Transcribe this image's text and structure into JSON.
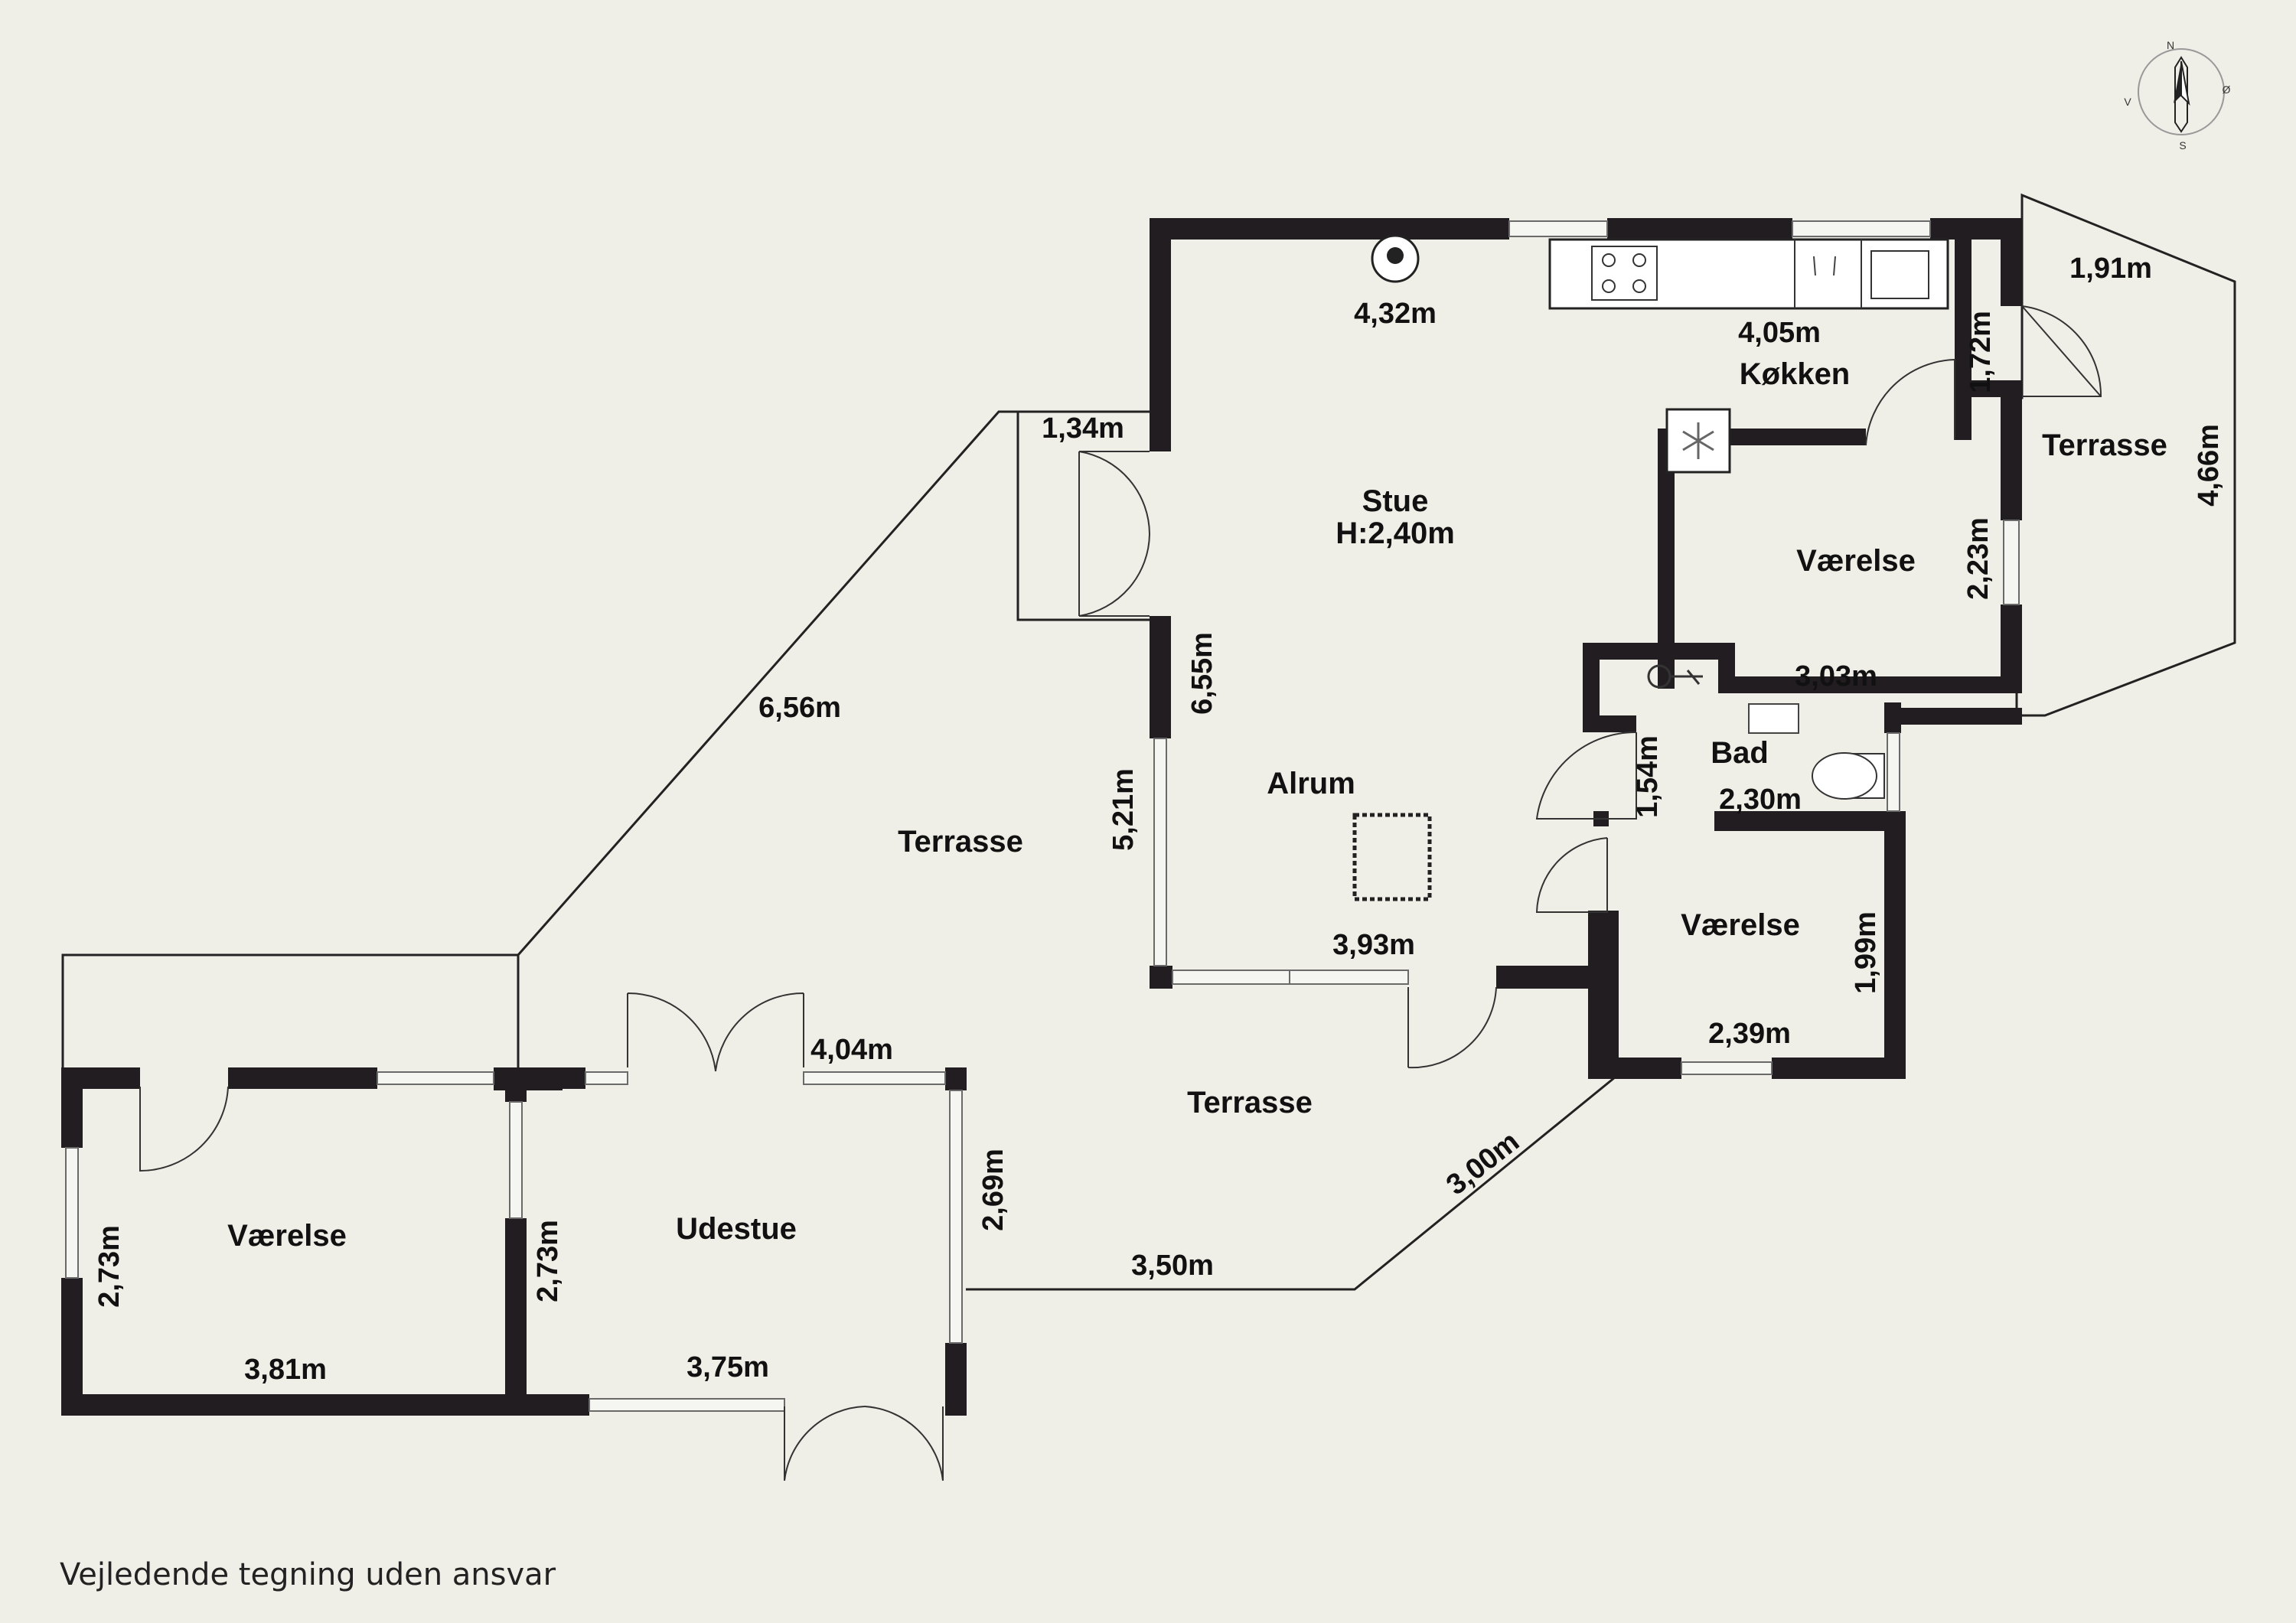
{
  "rooms": {
    "stue": "Stue",
    "stue_height": "H:2,40m",
    "alrum": "Alrum",
    "kokken": "Køkken",
    "terrasse_ne": "Terrasse",
    "vaerelse_e": "Værelse",
    "bad": "Bad",
    "vaerelse_se": "Værelse",
    "terrasse_w": "Terrasse",
    "terrasse_s": "Terrasse",
    "udestue": "Udestue",
    "vaerelse_sw": "Værelse"
  },
  "dimensions": {
    "d_4_32": "4,32m",
    "d_4_05": "4,05m",
    "d_1_91": "1,91m",
    "d_1_72": "1,72m",
    "d_4_66": "4,66m",
    "d_1_34": "1,34m",
    "d_2_23": "2,23m",
    "d_3_03": "3,03m",
    "d_6_55": "6,55m",
    "d_6_56": "6,56m",
    "d_5_21": "5,21m",
    "d_1_54": "1,54m",
    "d_2_30": "2,30m",
    "d_3_93": "3,93m",
    "d_1_99": "1,99m",
    "d_2_39": "2,39m",
    "d_4_04": "4,04m",
    "d_3_00": "3,00m",
    "d_2_69": "2,69m",
    "d_3_50": "3,50m",
    "d_2_73_left": "2,73m",
    "d_2_73_mid": "2,73m",
    "d_3_81": "3,81m",
    "d_3_75": "3,75m"
  },
  "compass": {
    "n": "N",
    "s": "S",
    "v": "V",
    "o": "Ø"
  },
  "footer": "Vejledende tegning uden ansvar"
}
